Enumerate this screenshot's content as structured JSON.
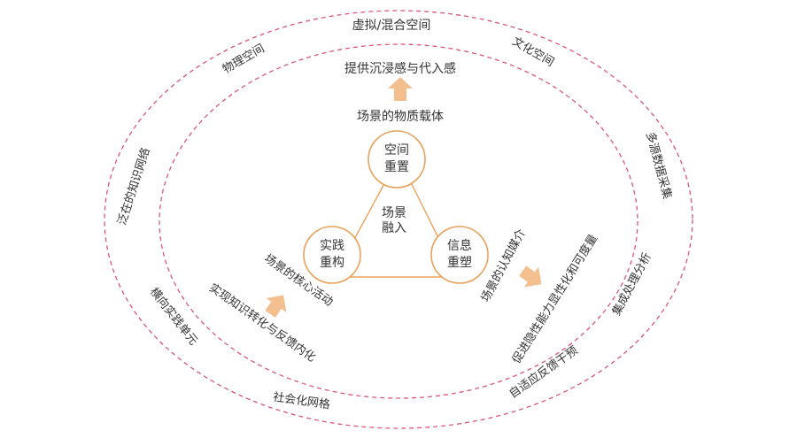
{
  "colors": {
    "outer_ring": "#d9577a",
    "inner_ring": "#d9577a",
    "triangle": "#e8a25c",
    "arrow": "#f4bf8f",
    "text": "#333333"
  },
  "outer_ring_labels": {
    "top": "虚拟/混合空间",
    "top_left": "物理空间",
    "top_right": "文化空间",
    "left": "泛在的知识网络",
    "right": "多源数据采集",
    "bottom_left": "横向实践单元",
    "bottom": "社会化网格",
    "bottom_right": "自适应反馈干预"
  },
  "inner_ring_labels": {
    "right_lower": "集成处理分析"
  },
  "top_branch": {
    "title": "场景的物质载体",
    "arrow_text": "提供沉浸感与代入感"
  },
  "left_branch": {
    "title": "场景的核心活动",
    "arrow_text": "实现知识转化与反馈内化"
  },
  "right_branch": {
    "title": "场景的认知媒介",
    "arrow_text": "促进隐性能力显性化和可度量"
  },
  "nodes": {
    "top": {
      "line1": "空间",
      "line2": "重置"
    },
    "left": {
      "line1": "实践",
      "line2": "重构"
    },
    "right": {
      "line1": "信息",
      "line2": "重塑"
    }
  },
  "center": {
    "line1": "场景",
    "line2": "融入"
  }
}
